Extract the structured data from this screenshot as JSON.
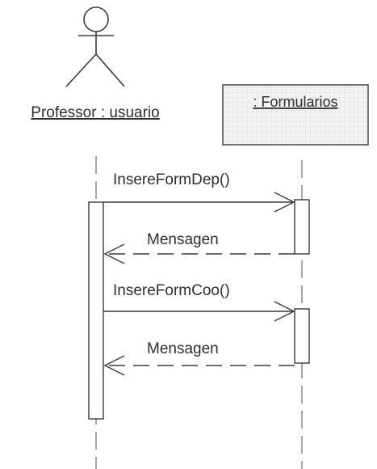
{
  "diagram": {
    "actor": {
      "name": "Professor : usuario"
    },
    "object": {
      "name": ": Formularios"
    },
    "messages": [
      {
        "label": "InsereFormDep()",
        "kind": "call"
      },
      {
        "label": "Mensagen",
        "kind": "return"
      },
      {
        "label": "InsereFormCoo()",
        "kind": "call"
      },
      {
        "label": "Mensagen",
        "kind": "return"
      }
    ]
  },
  "colors": {
    "ink": "#2e2e2e",
    "lifeline": "#6a6a6a",
    "box_fill": "#f3f3f3",
    "box_grid": "#cfcfcf"
  }
}
